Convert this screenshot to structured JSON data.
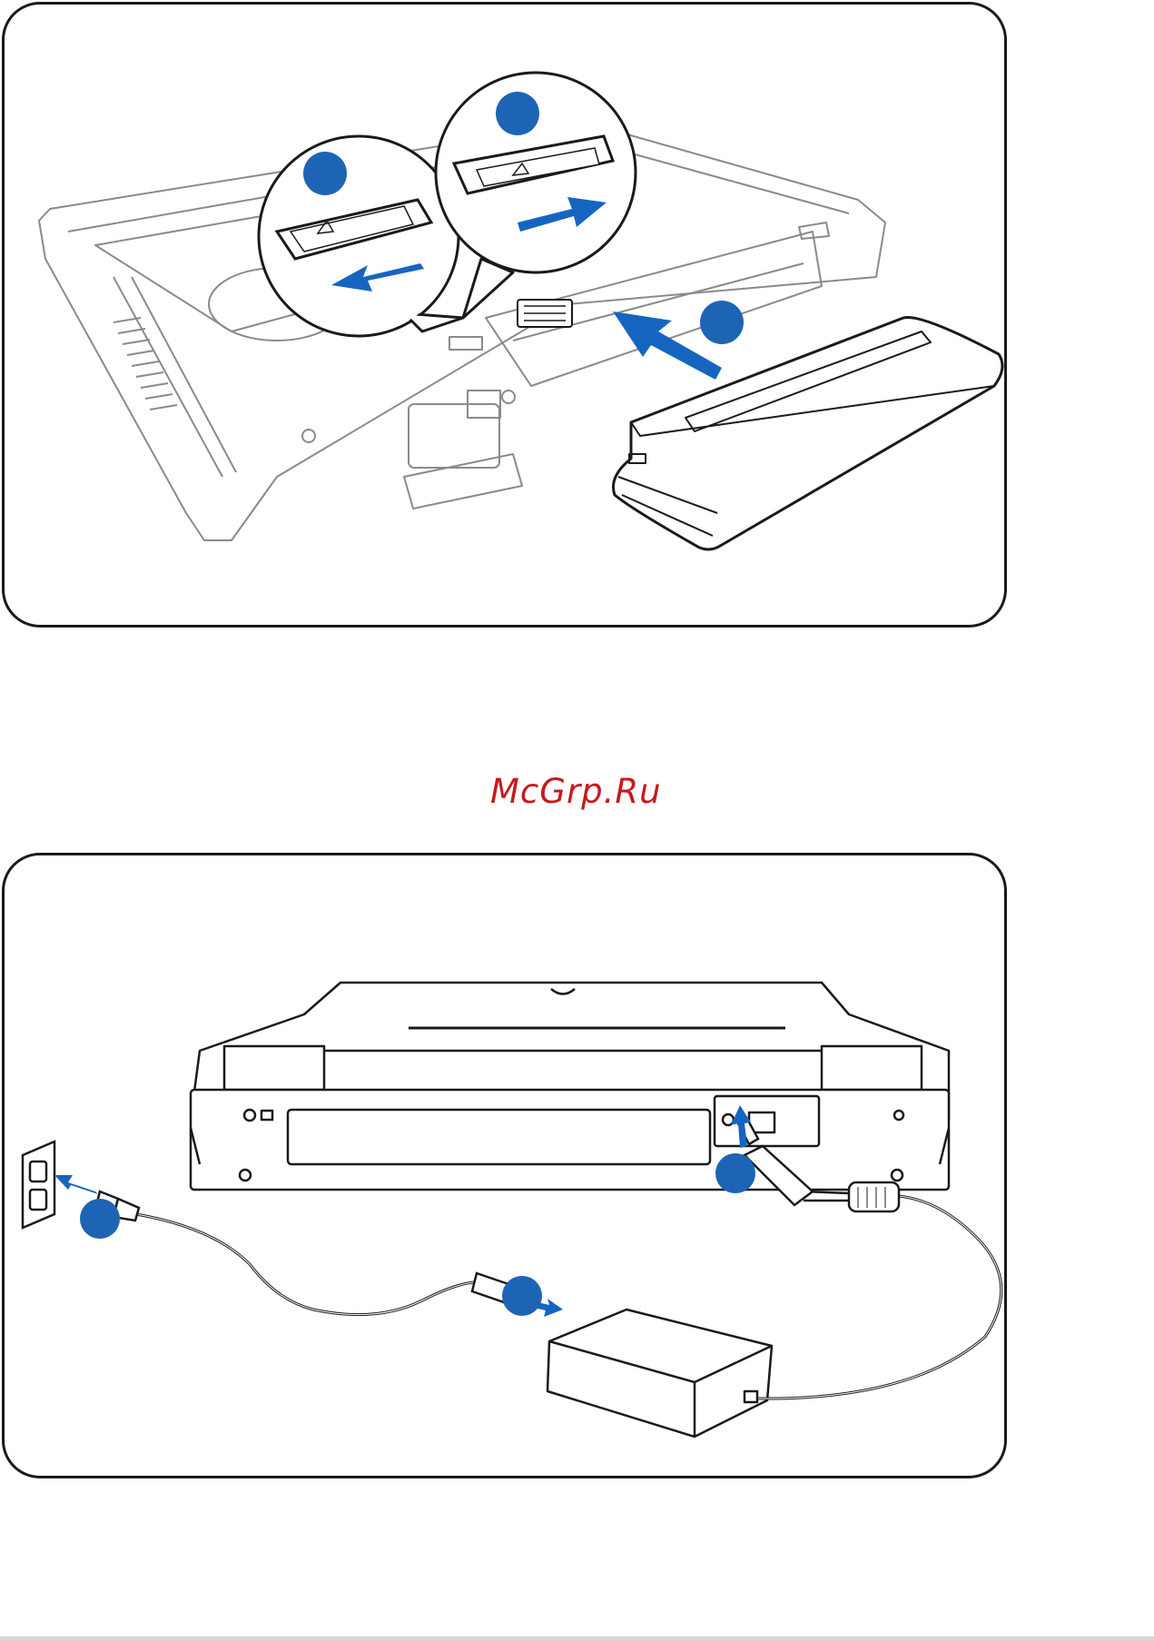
{
  "watermark": {
    "text": "McGrp.Ru",
    "color": "#c8181e"
  },
  "colors": {
    "line": "#7a7a7a",
    "dark_line": "#1a1a1a",
    "accent_blue": "#1565c0",
    "callout_blue": "#1e64b4"
  },
  "battery_figure": {
    "callouts": [
      "",
      "",
      ""
    ],
    "icons": [
      "lock-slider-unlock",
      "lock-slider-lock",
      "insert-arrow",
      "battery-pack",
      "notebook-bottom"
    ]
  },
  "power_figure": {
    "callouts": [
      "",
      "",
      ""
    ],
    "icons": [
      "wall-outlet",
      "ac-plug",
      "power-adapter",
      "dc-plug",
      "notebook-rear"
    ]
  }
}
